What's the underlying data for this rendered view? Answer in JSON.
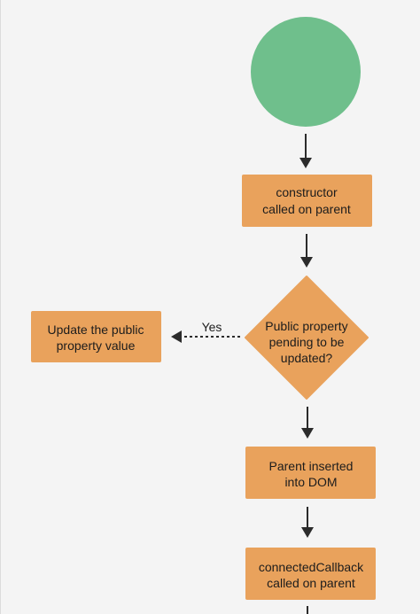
{
  "colors": {
    "background": "#f4f4f4",
    "start_node": "#6fbf8c",
    "process_node": "#e9a25c",
    "arrow": "#2b2b2b",
    "text": "#1c1c1c"
  },
  "nodes": {
    "start": {
      "shape": "circle"
    },
    "constructor": {
      "line1": "constructor",
      "line2": "called on parent"
    },
    "decision": {
      "line1": "Public property",
      "line2": "pending to be",
      "line3": "updated?"
    },
    "update": {
      "line1": "Update the public",
      "line2": "property value"
    },
    "inserted": {
      "line1": "Parent inserted",
      "line2": "into DOM"
    },
    "connected": {
      "line1": "connectedCallback",
      "line2": "called on parent"
    }
  },
  "edges": {
    "yes_label": "Yes"
  }
}
